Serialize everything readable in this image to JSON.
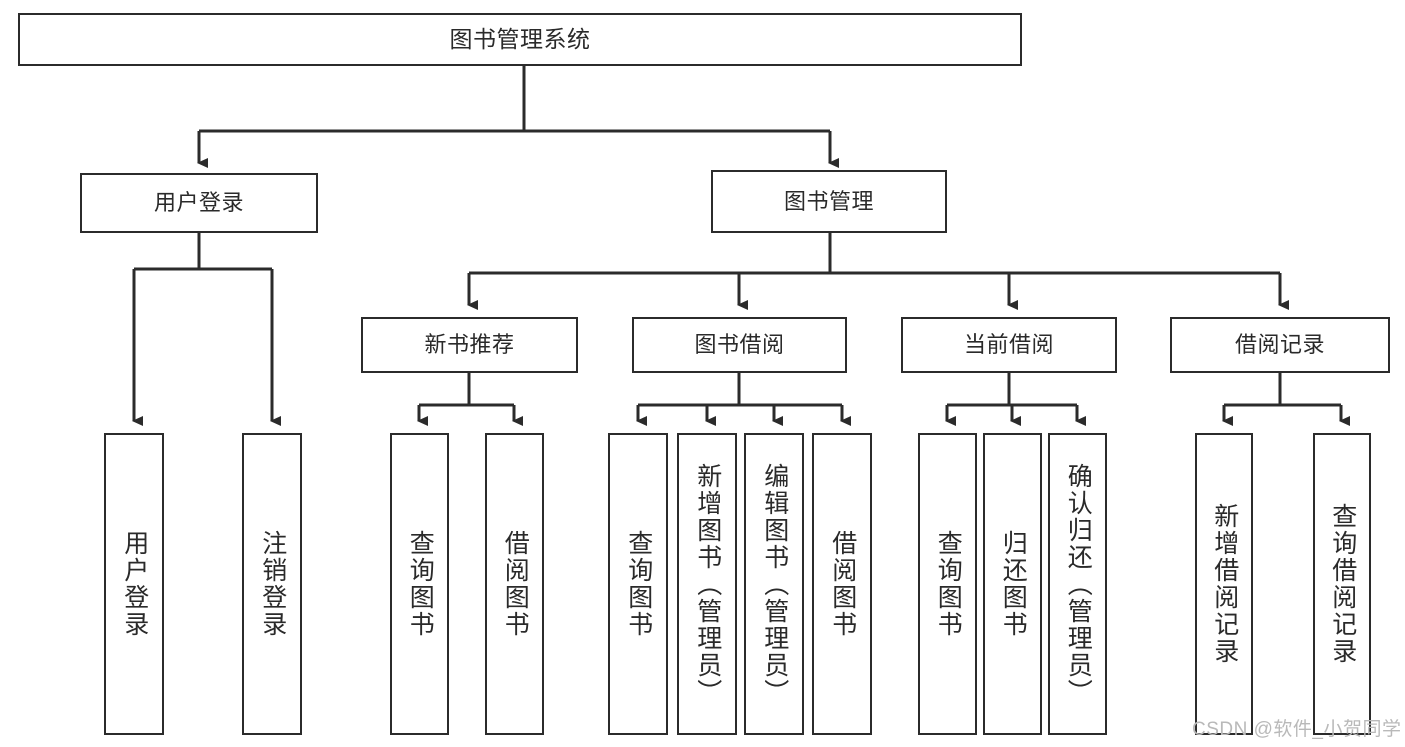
{
  "diagram": {
    "title": "图书管理系统",
    "type": "hierarchy-tree",
    "colors": {
      "box_border": "#2b2b2b",
      "box_fill": "#ffffff",
      "text": "#2a2a2a",
      "connector": "#2b2b2b",
      "watermark": "#b9b9b9",
      "background": "#ffffff"
    },
    "watermark": "CSDN @软件_小贺同学",
    "levels": {
      "level1": [
        {
          "id": "root",
          "label": "图书管理系统"
        }
      ],
      "level2": [
        {
          "id": "user-login",
          "label": "用户登录"
        },
        {
          "id": "book-manage",
          "label": "图书管理"
        }
      ],
      "level3": [
        {
          "id": "new-book-rec",
          "label": "新书推荐"
        },
        {
          "id": "book-borrow",
          "label": "图书借阅"
        },
        {
          "id": "current-borrow",
          "label": "当前借阅"
        },
        {
          "id": "borrow-record",
          "label": "借阅记录"
        }
      ],
      "level4": [
        {
          "id": "leaf-user-login",
          "label": "用户登录",
          "parent": "user-login"
        },
        {
          "id": "leaf-user-logout",
          "label": "注销登录",
          "parent": "user-login"
        },
        {
          "id": "leaf-query-book-rec",
          "label": "查询图书",
          "parent": "new-book-rec"
        },
        {
          "id": "leaf-borrow-book-rec",
          "label": "借阅图书",
          "parent": "new-book-rec"
        },
        {
          "id": "leaf-query-book-b",
          "label": "查询图书",
          "parent": "book-borrow"
        },
        {
          "id": "leaf-add-book",
          "label": "新增图书（管理员）",
          "parent": "book-borrow"
        },
        {
          "id": "leaf-edit-book",
          "label": "编辑图书（管理员）",
          "parent": "book-borrow"
        },
        {
          "id": "leaf-borrow-book-b",
          "label": "借阅图书",
          "parent": "book-borrow"
        },
        {
          "id": "leaf-query-book-c",
          "label": "查询图书",
          "parent": "current-borrow"
        },
        {
          "id": "leaf-return-book",
          "label": "归还图书",
          "parent": "current-borrow"
        },
        {
          "id": "leaf-confirm-return",
          "label": "确认归还（管理员）",
          "parent": "current-borrow"
        },
        {
          "id": "leaf-add-record",
          "label": "新增借阅记录",
          "parent": "borrow-record"
        },
        {
          "id": "leaf-query-record",
          "label": "查询借阅记录",
          "parent": "borrow-record"
        }
      ]
    }
  }
}
